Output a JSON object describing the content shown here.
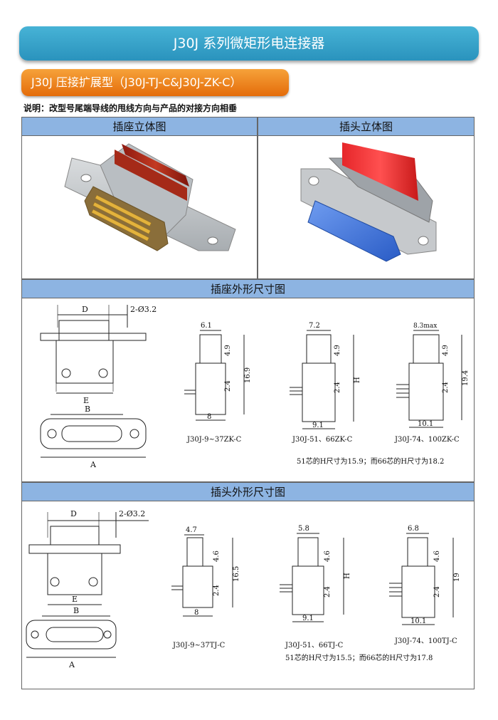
{
  "page": {
    "title": "J30J 系列微矩形电连接器",
    "subtitle": "J30J 压接扩展型（J30J-TJ-C&J30J-ZK-C）",
    "note": "说明：改型号尾端导线的甩线方向与产品的对接方向相垂"
  },
  "views_3d": {
    "socket_header": "插座立体图",
    "plug_header": "插头立体图"
  },
  "socket_dims": {
    "header": "插座外形尺寸图",
    "front": {
      "D": "D",
      "holes": "2-Ø3.2",
      "E": "E",
      "B": "B",
      "A": "A"
    },
    "side1": {
      "top": "6.1",
      "h1": "4.9",
      "h2": "2.4",
      "total": "16.9",
      "bottom": "8",
      "caption": "J30J-9~37ZK-C"
    },
    "side2": {
      "top": "7.2",
      "h1": "4.9",
      "h2": "2.4",
      "total": "H",
      "bottom": "9.1",
      "caption": "J30J-51、66ZK-C"
    },
    "side3": {
      "top": "8.3max",
      "h1": "4.9",
      "h2": "2.4",
      "total": "19.4",
      "bottom": "10.1",
      "caption": "J30J-74、100ZK-C"
    },
    "h_note": "51芯的H尺寸为15.9；而66芯的H尺寸为18.2"
  },
  "plug_dims": {
    "header": "插头外形尺寸图",
    "front": {
      "D": "D",
      "holes": "2-Ø3.2",
      "E": "E",
      "B": "B",
      "A": "A"
    },
    "side1": {
      "top": "4.7",
      "h1": "4.6",
      "h2": "2.4",
      "total": "16.5",
      "bottom": "8",
      "caption": "J30J-9~37TJ-C"
    },
    "side2": {
      "top": "5.8",
      "h1": "4.6",
      "h2": "2.4",
      "total": "H",
      "bottom": "9.1",
      "caption": "J30J-51、66TJ-C"
    },
    "side3": {
      "top": "6.8",
      "h1": "4.6",
      "h2": "2.4",
      "total": "19",
      "bottom": "10.1",
      "caption": "J30J-74、100TJ-C"
    },
    "h_note": "51芯的H尺寸为15.5；而66芯的H尺寸为17.8"
  },
  "colors": {
    "title_bar": "#2a93bd",
    "subtitle_tab": "#e46c0a",
    "section_header": "#8db4e2",
    "socket_pins": "#d7a02a",
    "plug_insert": "#3a6fd8",
    "wire_red": "#d0201a"
  }
}
